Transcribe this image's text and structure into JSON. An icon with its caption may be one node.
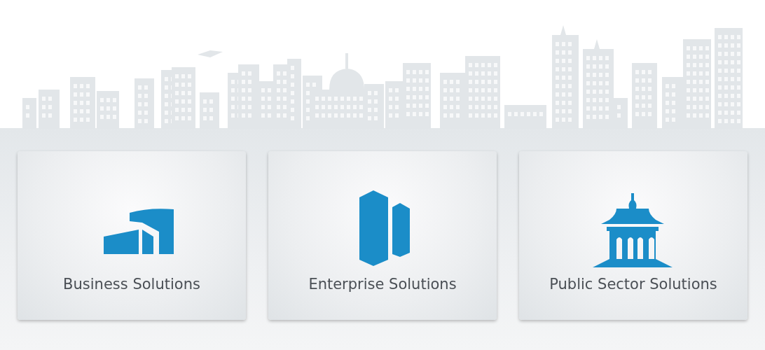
{
  "diagram": {
    "nodes": [
      {
        "text": [
          "Business Solutions"
        ]
      },
      {
        "text": [
          "Enterprise Solutions"
        ]
      },
      {
        "text": [
          "Public Sector Solutions"
        ]
      }
    ]
  }
}
